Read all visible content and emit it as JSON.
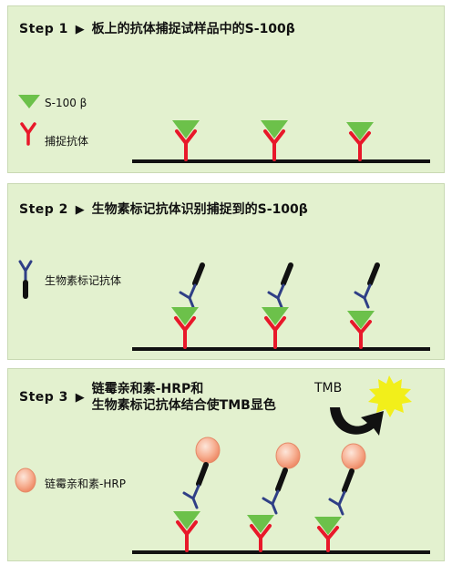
{
  "steps": [
    {
      "step_label": "Step 1",
      "text_line1": "板上的抗体捕捉试样品中的S-100β",
      "text_line2": ""
    },
    {
      "step_label": "Step 2",
      "text_line1": "生物素标记抗体识别捕捉到的S-100β",
      "text_line2": ""
    },
    {
      "step_label": "Step 3",
      "text_line1": "链霉亲和素-HRP和",
      "text_line2": "生物素标记抗体结合使TMB显色"
    }
  ],
  "legend": {
    "antigen": "S-100 β",
    "capture_antibody": "捕捉抗体",
    "biotin_antibody": "生物素标记抗体",
    "hrp": "链霉亲和素-HRP"
  },
  "tmb_label": "TMB",
  "colors": {
    "panel_bg": "#e3f1cf",
    "capture_red": "#e8182a",
    "antigen_green": "#6cc14a",
    "antibody_blue": "#2f3f86",
    "hrp_orange": "#f5a98a",
    "tmb_yellow": "#f2ef1a"
  }
}
